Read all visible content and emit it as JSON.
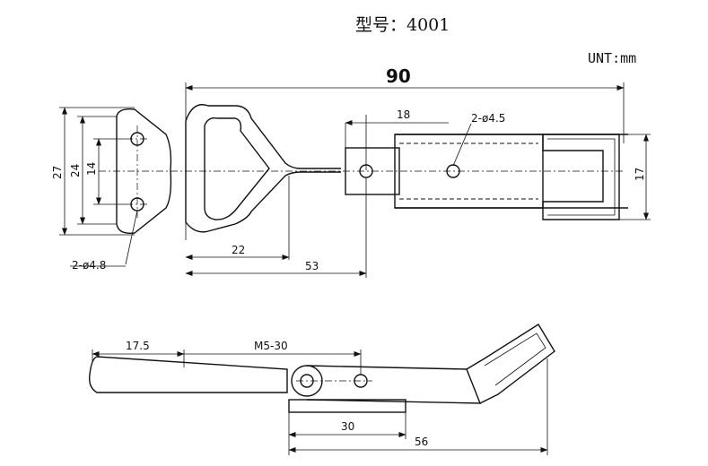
{
  "title": "型号：4001",
  "unit": "UNT:mm",
  "top_view": {
    "overall_length": "90",
    "slot_length": "18",
    "hook_hole": "2-ø4.5",
    "hook_height": "17",
    "base_height": "27",
    "base_inner": "24",
    "hole_spacing": "14",
    "base_hole": "2-ø4.8",
    "handle_offset": "22",
    "pivot_offset": "53"
  },
  "side_view": {
    "lever_tip": "17.5",
    "thread": "M5-30",
    "base_length": "30",
    "total_length": "56"
  }
}
